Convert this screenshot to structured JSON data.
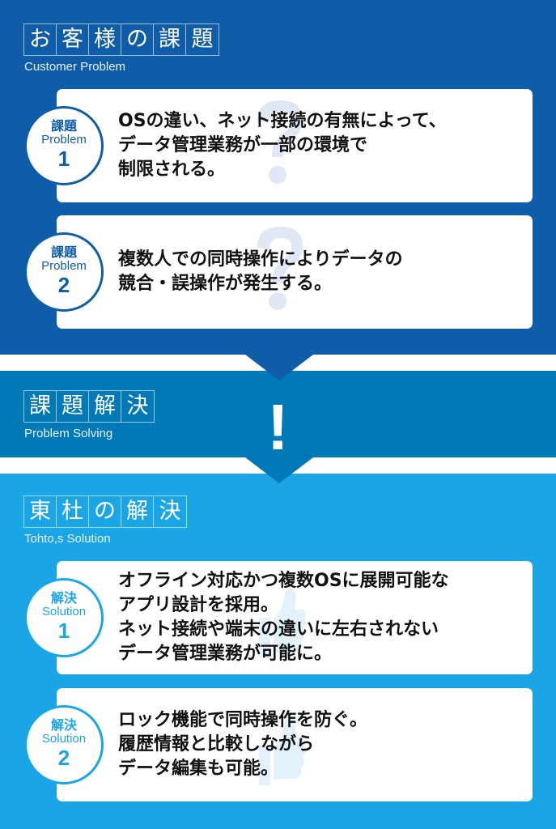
{
  "problem": {
    "title": [
      "お",
      "客",
      "様",
      "の",
      "課",
      "題"
    ],
    "subtitle": "Customer  Problem",
    "items": [
      {
        "label": "課題",
        "en": "Problem",
        "num": "1",
        "lines": [
          "OSの違い、ネット接続の有無によって、",
          "データ管理業務が一部の環境で",
          "制限される。"
        ]
      },
      {
        "label": "課題",
        "en": "Problem",
        "num": "2",
        "lines": [
          "複数人での同時操作によりデータの",
          "競合・誤操作が発生する。"
        ]
      }
    ]
  },
  "solving": {
    "title": [
      "課",
      "題",
      "解",
      "決"
    ],
    "subtitle": "Problem Solving",
    "mark": "!"
  },
  "solution": {
    "title": [
      "東",
      "杜",
      "の",
      "解",
      "決"
    ],
    "subtitle": "Tohto,s Solution",
    "items": [
      {
        "label": "解決",
        "en": "Solution",
        "num": "1",
        "lines": [
          "オフライン対応かつ複数OSに展開可能な",
          "アプリ設計を採用。",
          "ネット接続や端末の違いに左右されない",
          "データ管理業務が可能に。"
        ]
      },
      {
        "label": "解決",
        "en": "Solution",
        "num": "2",
        "lines": [
          "ロック機能で同時操作を防ぐ。",
          "履歴情報と比較しながら",
          "データ編集も可能。"
        ]
      }
    ]
  },
  "colors": {
    "problem": "#0f5ca8",
    "solving": "#0079b6",
    "solution": "#1aa6e6"
  }
}
